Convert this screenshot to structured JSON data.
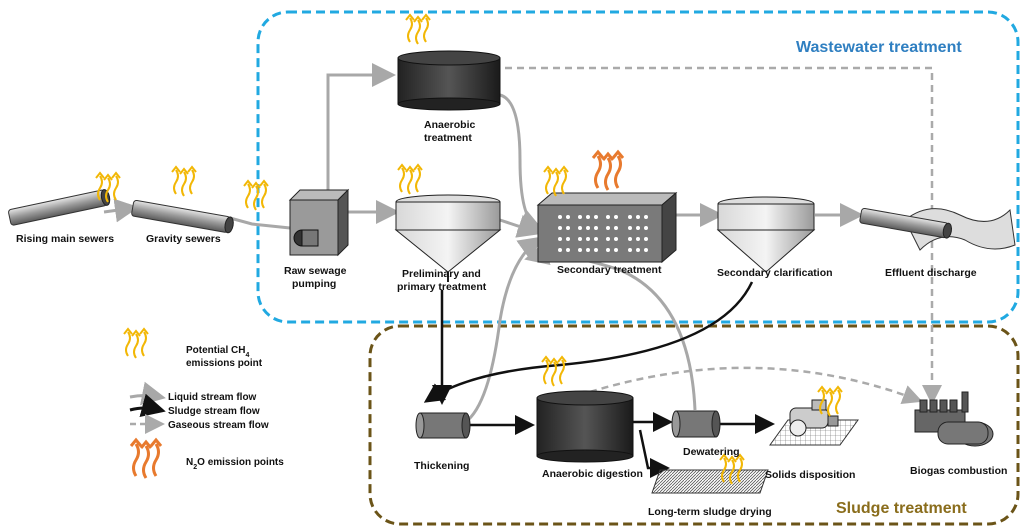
{
  "regions": {
    "wastewater": {
      "title": "Wastewater treatment",
      "color": "#2f7fc1",
      "border_color": "#21a9e1"
    },
    "sludge": {
      "title": "Sludge treatment",
      "color": "#8a6d1c",
      "border_color": "#6b5418"
    }
  },
  "labels": {
    "rising_main": "Rising main sewers",
    "gravity": "Gravity sewers",
    "raw_pumping_1": "Raw sewage",
    "raw_pumping_2": "pumping",
    "anaerobic_1": "Anaerobic",
    "anaerobic_2": "treatment",
    "preliminary_1": "Preliminary and",
    "preliminary_2": "primary treatment",
    "secondary_treatment": "Secondary treatment",
    "secondary_clarification": "Secondary clarification",
    "effluent": "Effluent discharge",
    "thickening": "Thickening",
    "anaerobic_digestion": "Anaerobic digestion",
    "dewatering": "Dewatering",
    "solids": "Solids disposition",
    "drying": "Long-term sludge drying",
    "biogas": "Biogas combustion"
  },
  "legend": {
    "ch4_line1": "Potential CH",
    "ch4_sub": "4",
    "ch4_line2": "emissions point",
    "liquid": "Liquid stream flow",
    "sludge": "Sludge stream flow",
    "gaseous": "Gaseous stream flow",
    "n2o_pre": "N",
    "n2o_sub": "2",
    "n2o_post": "O emission points"
  },
  "colors": {
    "ch4_arrow": "#f2b705",
    "n2o_arrow": "#e87a2e",
    "liquid_flow": "#a8a8a8",
    "sludge_flow": "#111111",
    "gas_flow": "#aaaaaa",
    "equipment_dark": "#3a3a3a",
    "equipment_mid": "#8a8a8a"
  },
  "icons": {
    "ch4": "yellow-wavy-arrows-icon",
    "n2o": "orange-wavy-arrows-icon"
  }
}
